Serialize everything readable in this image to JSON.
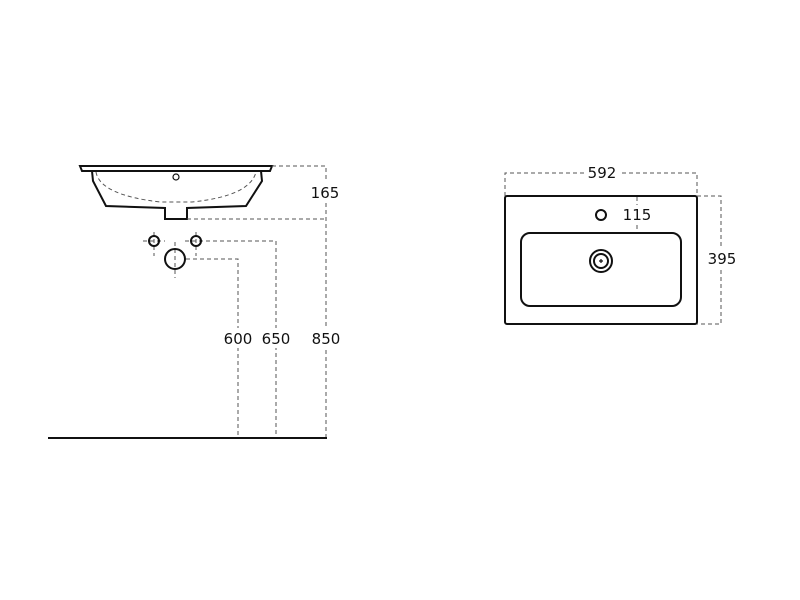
{
  "side_view": {
    "dimensions": {
      "basin_height": "165",
      "waste_height": "600",
      "supply_height": "650",
      "rim_height": "850"
    }
  },
  "top_view": {
    "dimensions": {
      "width": "592",
      "depth": "395",
      "tap_hole_offset": "115"
    }
  },
  "colors": {
    "line": "#111111",
    "dim_line": "#555555"
  }
}
